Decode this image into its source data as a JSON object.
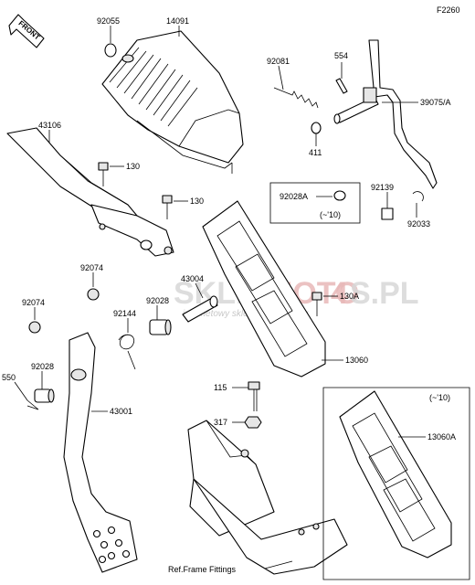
{
  "figure_code": "F2260",
  "front_label": "FRONT",
  "watermark": {
    "brand_left": "SKLEP",
    "brand_mid": "MOTO",
    "brand_num": "4",
    "brand_right": "S.PL",
    "tagline": "internetowy sklep motocyklowy"
  },
  "accent_color": "#e8b8b8",
  "labels": {
    "p92055": "92055",
    "p14091": "14091",
    "p92081": "92081",
    "p554": "554",
    "p39075A": "39075/A",
    "p43106": "43106",
    "p130a": "130",
    "p130b": "130",
    "p411": "411",
    "p92028A": "92028A",
    "range1": "(~'10)",
    "p92139": "92139",
    "p92033": "92033",
    "p92074a": "92074",
    "p43004": "43004",
    "p130A": "130A",
    "p92074b": "92074",
    "p92144": "92144",
    "p92028a": "92028",
    "p550": "550",
    "p92028b": "92028",
    "p13060": "13060",
    "p43001": "43001",
    "p115": "115",
    "p317": "317",
    "range2": "(~'10)",
    "p13060A": "13060A",
    "ref": "Ref.Frame Fittings"
  }
}
